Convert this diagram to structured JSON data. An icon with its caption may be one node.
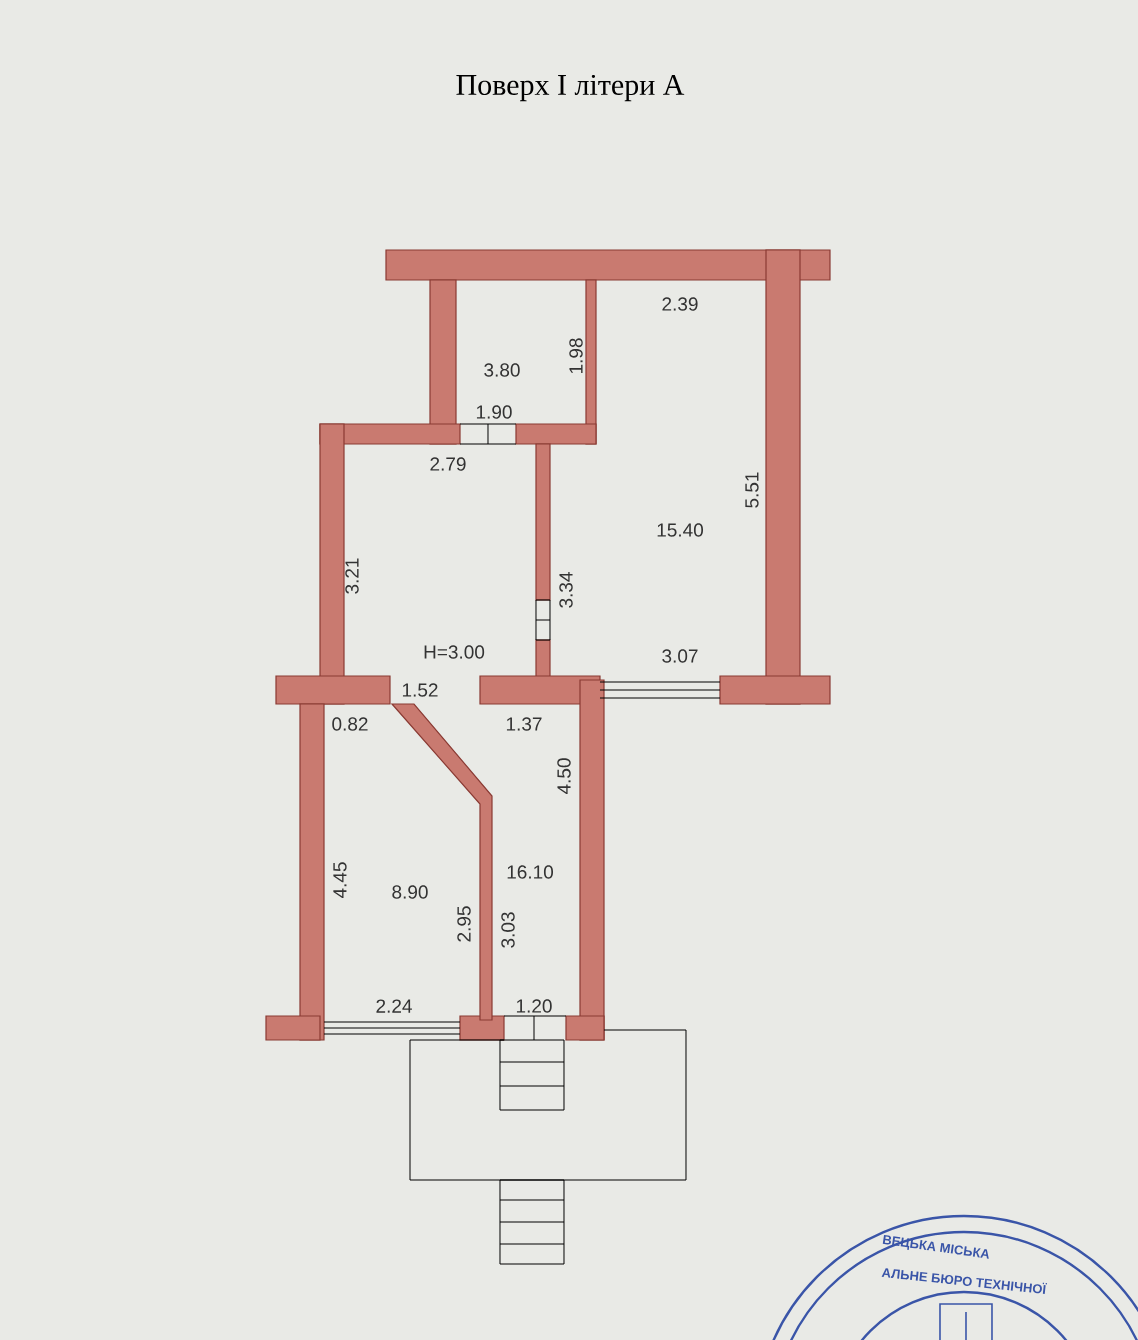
{
  "diagram": {
    "title": "Поверх I літери  А",
    "labels": [
      "2.39",
      "3.80",
      "1.98",
      "1.90",
      "2.79",
      "5.51",
      "15.40",
      "3.21",
      "3.34",
      "H=3.00",
      "3.07",
      "1.52",
      "0.82",
      "1.37",
      "4.50",
      "4.45",
      "8.90",
      "16.10",
      "2.95",
      "3.03",
      "2.24",
      "1.20",
      "ВЕЦЬКА МІСЬКА",
      "АЛЬНЕ БЮРО ТЕХНІЧНОЇ"
    ]
  }
}
